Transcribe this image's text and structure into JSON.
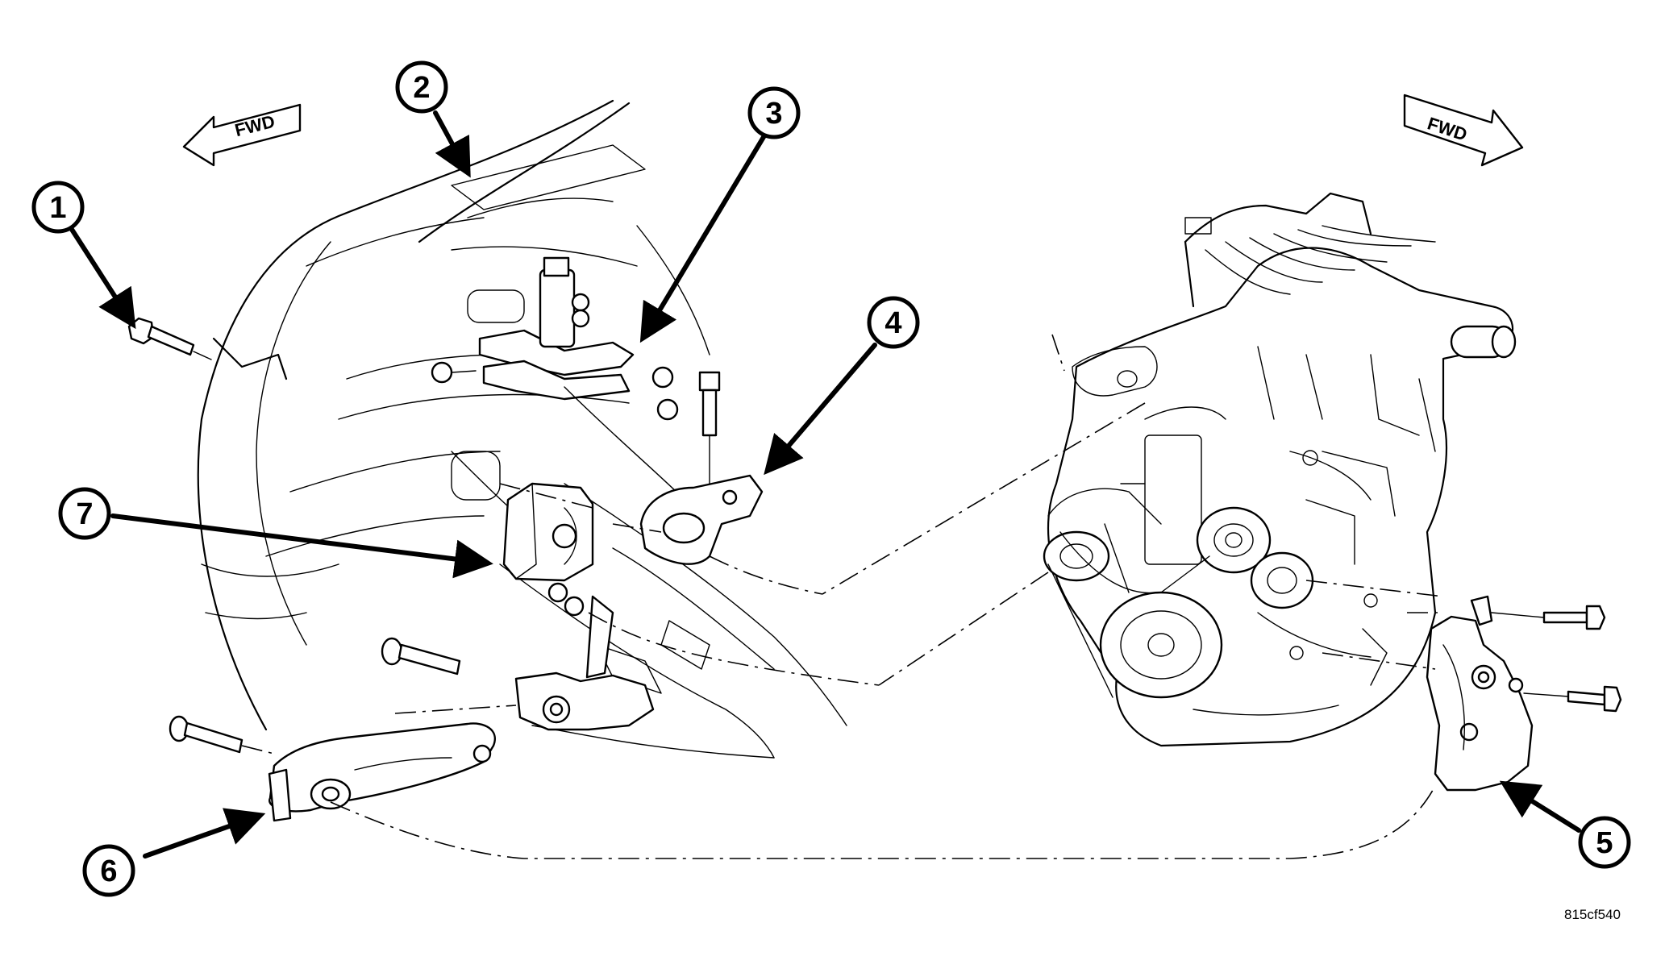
{
  "fwd_arrows": {
    "left": "FWD",
    "right": "FWD"
  },
  "callouts": {
    "c1": "1",
    "c2": "2",
    "c3": "3",
    "c4": "4",
    "c5": "5",
    "c6": "6",
    "c7": "7"
  },
  "figure_code": "815cf540"
}
